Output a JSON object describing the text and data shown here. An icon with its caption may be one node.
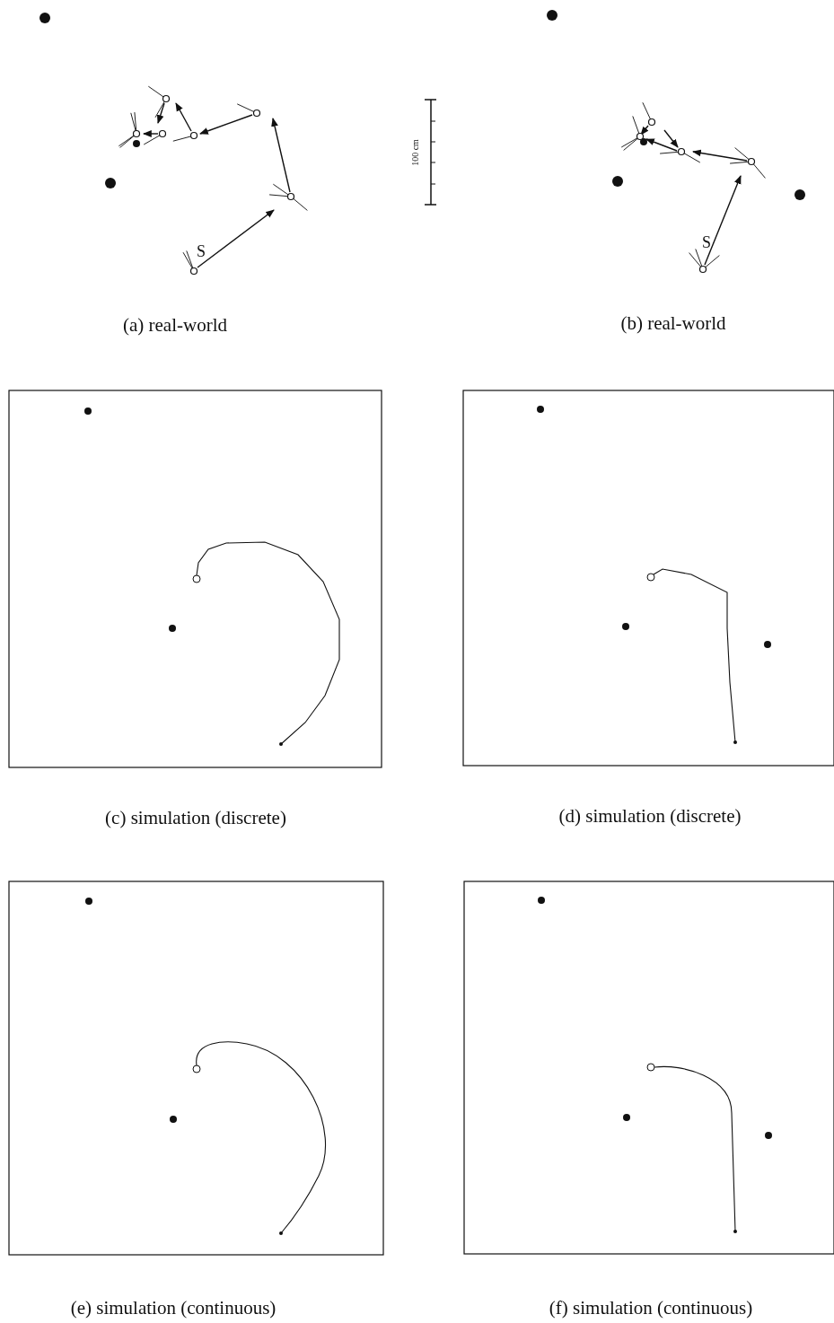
{
  "diagram": {
    "labels": [
      "S",
      "100 cm",
      "S",
      "(a) real-world",
      "(b) real-world",
      "(c) simulation (discrete)",
      "(d) simulation (discrete)",
      "(e) simulation (continuous)",
      "(f) simulation (continuous)"
    ]
  }
}
